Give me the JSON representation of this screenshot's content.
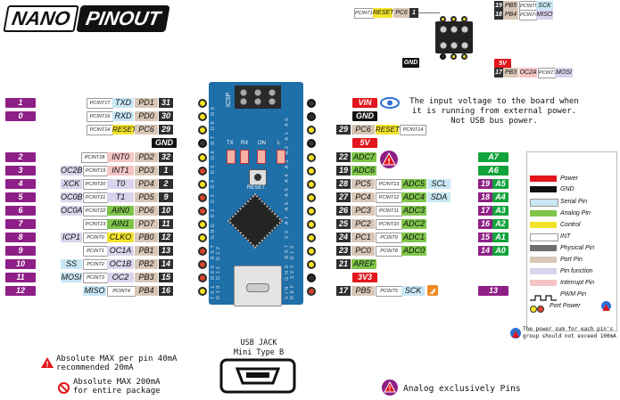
{
  "title": {
    "part1": "NANO",
    "part2": "PINOUT"
  },
  "icsp_top": {
    "left": {
      "pcint": "PCINT14",
      "reset": "RESET",
      "port": "PC6",
      "num": "1"
    },
    "right": [
      {
        "num": "19",
        "port": "PB5",
        "pcint": "PCINT5",
        "func": "SCK"
      },
      {
        "num": "18",
        "port": "PB4",
        "pcint": "PCINT4",
        "func": "MISO"
      },
      {
        "num": "17",
        "port": "PB3",
        "oc": "OC2A",
        "pcint": "PCINT3",
        "func": "MOSI"
      }
    ],
    "gnd": "GND",
    "vcc": "5V"
  },
  "left_pins": [
    {
      "arduino": "1",
      "c1": "",
      "c2": "",
      "pcint": "PCINT17",
      "func": "TXD",
      "port": "PD1",
      "num": "31"
    },
    {
      "arduino": "0",
      "c1": "",
      "c2": "",
      "pcint": "PCINT16",
      "func": "RXD",
      "port": "PD0",
      "num": "30"
    },
    {
      "arduino": "",
      "c1": "",
      "c2": "",
      "pcint": "PCINT14",
      "func": "RESET",
      "port": "PC6",
      "num": "29"
    },
    {
      "arduino": "",
      "c1": "",
      "c2": "",
      "pcint": "",
      "func": "",
      "port": "",
      "num": "",
      "gnd": "GND"
    },
    {
      "arduino": "2",
      "c1": "",
      "c2": "",
      "pcint": "PCINT18",
      "func": "INT0",
      "port": "PD2",
      "num": "32"
    },
    {
      "arduino": "3",
      "c1": "OC2B",
      "c2": "",
      "pcint": "PCINT19",
      "func": "INT1",
      "port": "PD3",
      "num": "1"
    },
    {
      "arduino": "4",
      "c1": "XCK",
      "c2": "",
      "pcint": "PCINT20",
      "func": "T0",
      "port": "PD4",
      "num": "2"
    },
    {
      "arduino": "5",
      "c1": "OC0B",
      "c2": "",
      "pcint": "PCINT21",
      "func": "T1",
      "port": "PD5",
      "num": "9"
    },
    {
      "arduino": "6",
      "c1": "OC0A",
      "c2": "",
      "pcint": "PCINT22",
      "func": "AIN0",
      "port": "PD6",
      "num": "10"
    },
    {
      "arduino": "7",
      "c1": "",
      "c2": "",
      "pcint": "PCINT23",
      "func": "AIN1",
      "port": "PD7",
      "num": "11"
    },
    {
      "arduino": "8",
      "c1": "ICP1",
      "c2": "",
      "pcint": "PCINT0",
      "func": "CLKO",
      "port": "PB0",
      "num": "12"
    },
    {
      "arduino": "9",
      "c1": "",
      "c2": "",
      "pcint": "PCINT1",
      "func": "OC1A",
      "port": "PB1",
      "num": "13"
    },
    {
      "arduino": "10",
      "c1": "SS",
      "c2": "",
      "pcint": "PCINT2",
      "func": "OC1B",
      "port": "PB2",
      "num": "14"
    },
    {
      "arduino": "11",
      "c1": "MOSI",
      "c2": "",
      "pcint": "PCINT3",
      "func": "OC2",
      "port": "PB3",
      "num": "15"
    },
    {
      "arduino": "12",
      "c1": "MISO",
      "c2": "",
      "pcint": "PCINT4",
      "func": "",
      "port": "PB4",
      "num": "16"
    }
  ],
  "right_pins": [
    {
      "kind": "power",
      "label": "VIN"
    },
    {
      "kind": "gnd",
      "label": "GND"
    },
    {
      "kind": "reset",
      "num": "29",
      "port": "PC6",
      "func": "RESET",
      "pcint": "PCINT14"
    },
    {
      "kind": "power",
      "label": "5V"
    },
    {
      "kind": "adc",
      "num": "22",
      "adc": "ADC7",
      "a": "A7",
      "warn": true
    },
    {
      "kind": "adc",
      "num": "19",
      "adc": "ADC6",
      "a": "A6"
    },
    {
      "kind": "pin",
      "num": "28",
      "port": "PC5",
      "pcint": "PCINT13",
      "adc": "ADC5",
      "serial": "SCL",
      "an": "19",
      "a": "A5"
    },
    {
      "kind": "pin",
      "num": "27",
      "port": "PC4",
      "pcint": "PCINT12",
      "adc": "ADC4",
      "serial": "SDA",
      "an": "18",
      "a": "A4"
    },
    {
      "kind": "pin",
      "num": "26",
      "port": "PC3",
      "pcint": "PCINT11",
      "adc": "ADC3",
      "an": "17",
      "a": "A3"
    },
    {
      "kind": "pin",
      "num": "25",
      "port": "PC2",
      "pcint": "PCINT10",
      "adc": "ADC2",
      "an": "16",
      "a": "A2"
    },
    {
      "kind": "pin",
      "num": "24",
      "port": "PC1",
      "pcint": "PCINT9",
      "adc": "ADC1",
      "an": "15",
      "a": "A1"
    },
    {
      "kind": "pin",
      "num": "23",
      "port": "PC0",
      "pcint": "PCINT8",
      "adc": "ADC0",
      "an": "14",
      "a": "A0"
    },
    {
      "kind": "aref",
      "num": "21",
      "label": "AREF"
    },
    {
      "kind": "power",
      "label": "3V3"
    },
    {
      "kind": "sck",
      "num": "17",
      "port": "PB5",
      "pcint": "PCINT5",
      "func": "SCK",
      "an": "13"
    }
  ],
  "board_labels": {
    "icsp": "ICSP",
    "top_header": "TX1 RX0 RST GND D2 D3 D4 D5 D6 D7 D8 D9 D10 D11 D12",
    "right_header": "VIN GND RST 5V A7 A6 A5 A4 A3 A2 A1 A0 REF 3V3 D13",
    "leds": [
      "TX",
      "RX",
      "ON",
      "L"
    ],
    "reset": "RESET"
  },
  "notes": {
    "vin": "The input voltage to the board when\nit is running from external power.\nNot USB bus power.",
    "usb_title": "USB JACK\nMini Type B",
    "max_pin": "Absolute MAX per pin 40mA\nrecommended 20mA",
    "max_pkg": "Absolute MAX 200mA\nfor entire package",
    "analog": "Analog exclusively Pins",
    "power_sum": "The power sum for each pin's\ngroup should not exceed 100mA"
  },
  "legend": [
    {
      "label": "Power",
      "color": "#e2161c"
    },
    {
      "label": "GND",
      "color": "#111111"
    },
    {
      "label": "Serial Pin",
      "color": "#c9e7f5"
    },
    {
      "label": "Analog Pin",
      "color": "#7ec54a"
    },
    {
      "label": "Control",
      "color": "#f2e32a"
    },
    {
      "label": "INT",
      "color": "#ffffff"
    },
    {
      "label": "Physical Pin",
      "color": "#6e6e6e"
    },
    {
      "label": "Port Pin",
      "color": "#d8c6b6"
    },
    {
      "label": "Pin function",
      "color": "#d9d3ec"
    },
    {
      "label": "Interrupt Pin",
      "color": "#f4c4c4"
    },
    {
      "label": "PWM Pin",
      "color": ""
    },
    {
      "label": "Port Power",
      "color": ""
    }
  ],
  "colors": {
    "board": "#1f6fa8",
    "arduino": "#8e1f86",
    "analog": "#12a33a"
  }
}
